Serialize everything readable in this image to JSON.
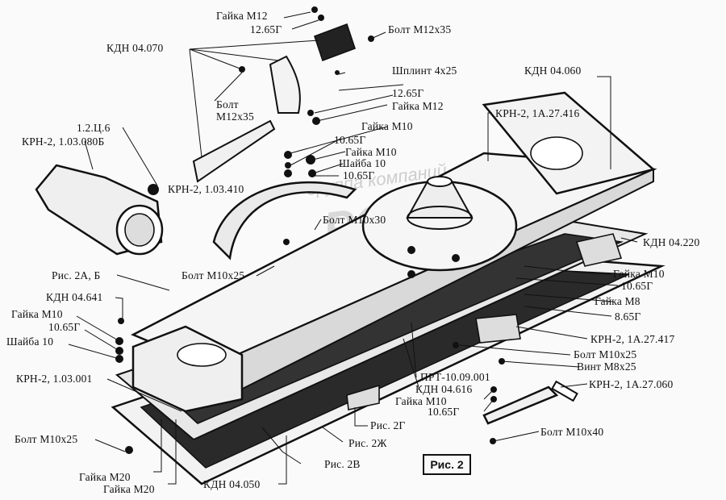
{
  "figure_caption": "Рис. 2",
  "watermark": {
    "line1": "группа компаний",
    "line2": "РОСПАРТ"
  },
  "labels": [
    {
      "id": "gaika-m12-top",
      "text": "Гайка М12"
    },
    {
      "id": "washer-1265-top",
      "text": "12.65Г"
    },
    {
      "id": "bolt-m12x35-right",
      "text": "Болт М12х35"
    },
    {
      "id": "kdn-04070",
      "text": "КДН 04.070"
    },
    {
      "id": "shplint",
      "text": "Шплинт 4х25"
    },
    {
      "id": "bolt-m12x35-left-1",
      "text": "Болт"
    },
    {
      "id": "bolt-m12x35-left-2",
      "text": "М12х35"
    },
    {
      "id": "washer-1265-mid",
      "text": "12.65Г"
    },
    {
      "id": "gaika-m12-mid",
      "text": "Гайка М12"
    },
    {
      "id": "kdn-04060",
      "text": "КДН 04.060"
    },
    {
      "id": "krn-1a27416",
      "text": "КРН-2, 1А.27.416"
    },
    {
      "id": "c126",
      "text": "1.2.Ц.6"
    },
    {
      "id": "krn-103080b",
      "text": "КРН-2, 1.03.080Б"
    },
    {
      "id": "gaika-m10-a",
      "text": "Гайка М10"
    },
    {
      "id": "washer-1065-a",
      "text": "10.65Г"
    },
    {
      "id": "gaika-m10-b",
      "text": "Гайка М10"
    },
    {
      "id": "shaiba-10-a",
      "text": "Шайба 10"
    },
    {
      "id": "washer-1065-b",
      "text": "10.65Г"
    },
    {
      "id": "krn-103410",
      "text": "КРН-2, 1.03.410"
    },
    {
      "id": "bolt-m10x30",
      "text": "Болт М10х30"
    },
    {
      "id": "kdn-04220",
      "text": "КДН 04.220"
    },
    {
      "id": "bolt-m10x25-mid",
      "text": "Болт М10х25"
    },
    {
      "id": "gaika-m10-right",
      "text": "Гайка М10"
    },
    {
      "id": "washer-1065-right",
      "text": "10.65Г"
    },
    {
      "id": "gaika-m8",
      "text": "Гайка М8"
    },
    {
      "id": "washer-865",
      "text": "8.65Г"
    },
    {
      "id": "ris-2ab",
      "text": "Рис. 2А, Б"
    },
    {
      "id": "kdn-04641",
      "text": "КДН 04.641"
    },
    {
      "id": "gaika-m10-left",
      "text": "Гайка М10"
    },
    {
      "id": "washer-1065-left",
      "text": "10.65Г"
    },
    {
      "id": "shaiba-10-left",
      "text": "Шайба 10"
    },
    {
      "id": "krn-1a27417",
      "text": "КРН-2, 1А.27.417"
    },
    {
      "id": "bolt-m10x25-right",
      "text": "Болт М10х25"
    },
    {
      "id": "vint-m8x25",
      "text": "Винт М8х25"
    },
    {
      "id": "krn-103001",
      "text": "КРН-2, 1.03.001"
    },
    {
      "id": "prt-1009001",
      "text": "ПРТ-10.09.001"
    },
    {
      "id": "kdn-04616",
      "text": "КДН 04.616"
    },
    {
      "id": "gaika-m10-bottom",
      "text": "Гайка М10"
    },
    {
      "id": "washer-1065-bottom",
      "text": "10.65Г"
    },
    {
      "id": "krn-1a27060",
      "text": "КРН-2, 1А.27.060"
    },
    {
      "id": "ris-2g",
      "text": "Рис. 2Г"
    },
    {
      "id": "ris-2zh",
      "text": "Рис. 2Ж"
    },
    {
      "id": "bolt-m10x40",
      "text": "Болт М10х40"
    },
    {
      "id": "bolt-m10x25-left",
      "text": "Болт М10х25"
    },
    {
      "id": "ris-2v",
      "text": "Рис. 2В"
    },
    {
      "id": "gaika-m20-a",
      "text": "Гайка М20"
    },
    {
      "id": "gaika-m20-b",
      "text": "Гайка М20"
    },
    {
      "id": "kdn-04050",
      "text": "КДН 04.050"
    }
  ]
}
